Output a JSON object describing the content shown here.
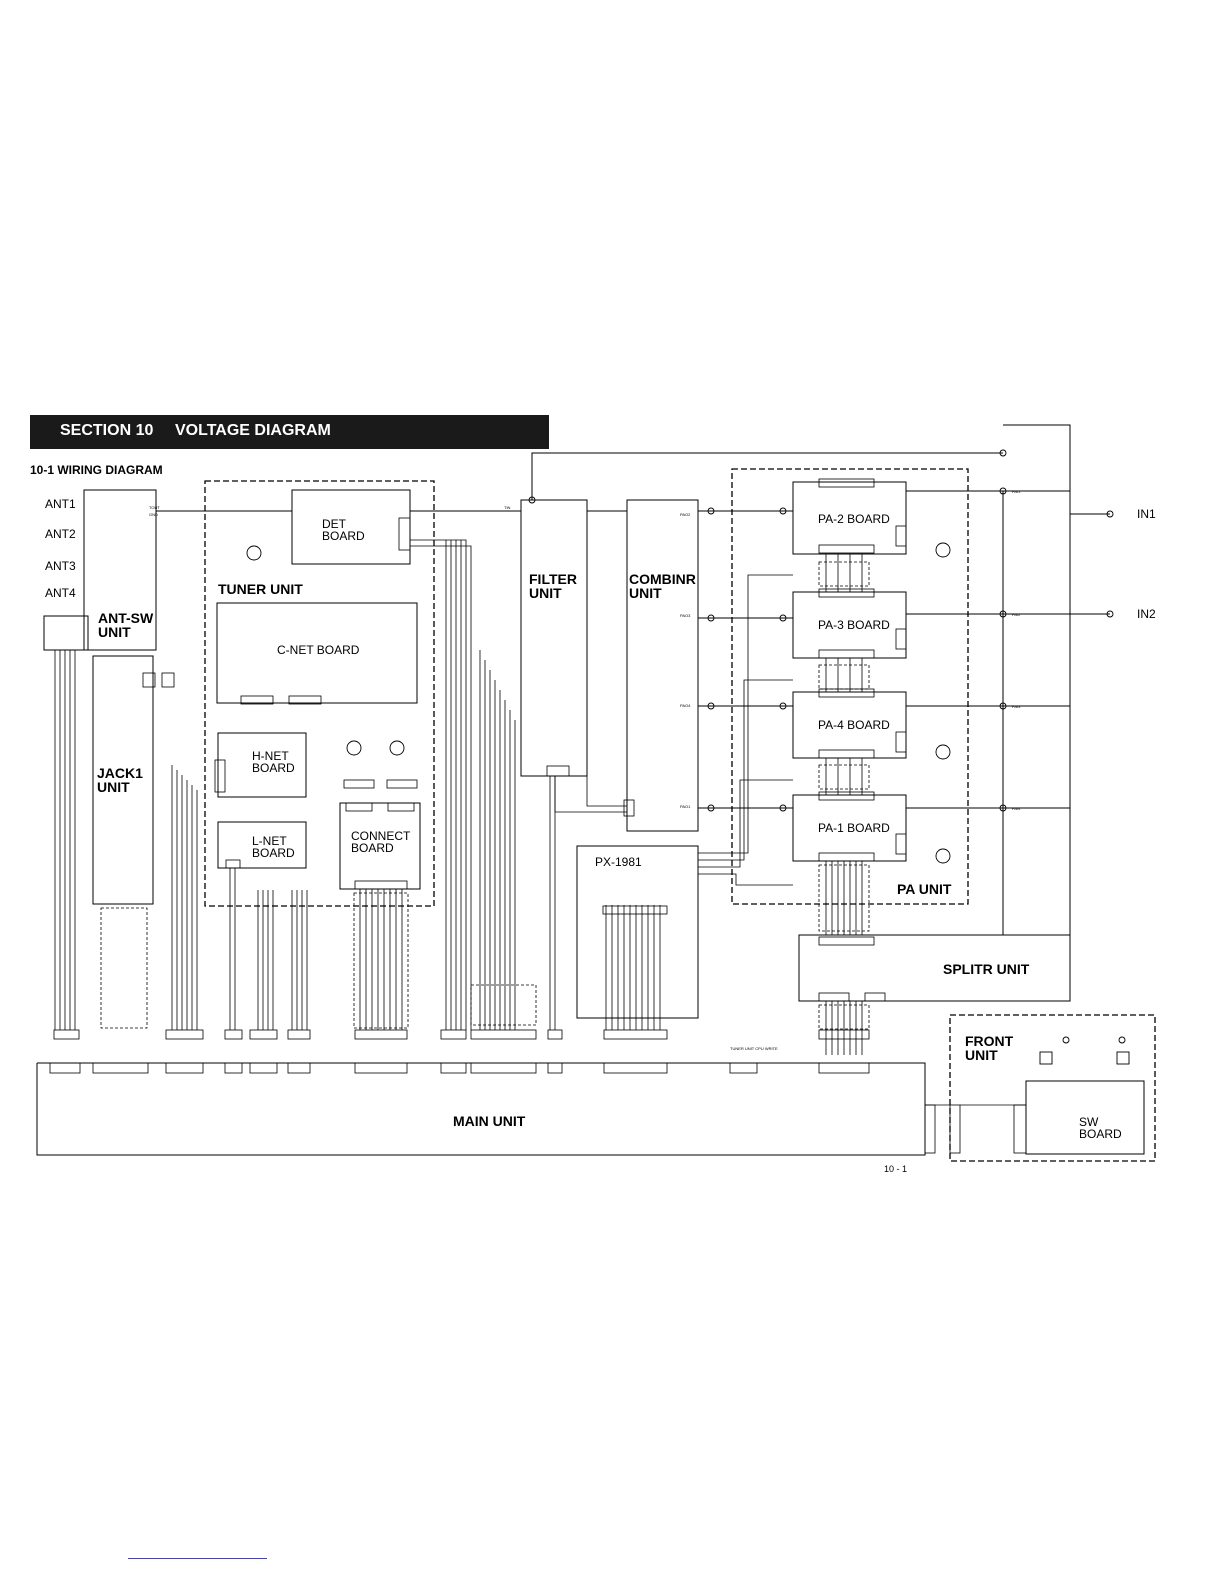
{
  "header": {
    "section_label": "SECTION 10",
    "section_title": "VOLTAGE DIAGRAM",
    "subtitle": "10-1  WIRING DIAGRAM"
  },
  "antennas": [
    "ANT1",
    "ANT2",
    "ANT3",
    "ANT4"
  ],
  "inputs": [
    "IN1",
    "IN2"
  ],
  "units": {
    "ant_sw": "ANT-SW\nUNIT",
    "tuner": "TUNER UNIT",
    "det_board": "DET\nBOARD",
    "cnet_board": "C-NET BOARD",
    "hnet_board": "H-NET\nBOARD",
    "lnet_board": "L-NET\nBOARD",
    "connect_board": "CONNECT\nBOARD",
    "jack1": "JACK1\nUNIT",
    "filter": "FILTER\nUNIT",
    "combinr": "COMBINR\nUNIT",
    "px": "PX-1981",
    "pa2": "PA-2 BOARD",
    "pa3": "PA-3 BOARD",
    "pa4": "PA-4 BOARD",
    "pa1": "PA-1 BOARD",
    "pa_unit": "PA UNIT",
    "splitr": "SPLITR UNIT",
    "front": "FRONT\nUNIT",
    "sw_board": "SW\nBOARD",
    "main": "MAIN UNIT"
  },
  "signal_labels": [
    "TOUT",
    "GND",
    "TIN",
    "PAO2",
    "PAO3",
    "PAO4",
    "PAO1",
    "PAI1",
    "PAI2",
    "PAI3",
    "PAI4",
    "TUNER UNIT CPU WRITE"
  ],
  "page_number": "10 - 1",
  "colors": {
    "ink": "#000000",
    "header_bg": "#1a1a1a",
    "paper": "#ffffff"
  }
}
